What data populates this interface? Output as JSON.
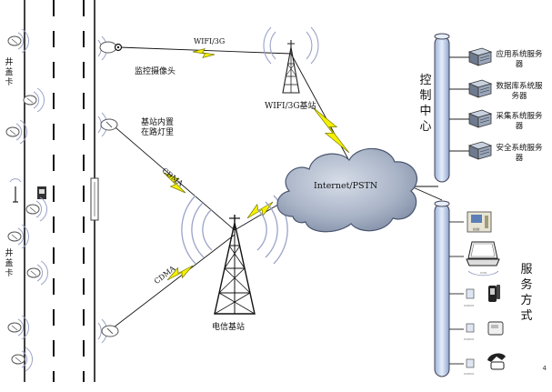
{
  "road": {
    "manhole_left_top": "井盖卡",
    "manhole_left_bottom": "井盖卡"
  },
  "camera": {
    "label": "监控摄像头"
  },
  "wifi_link": {
    "label": "WIFI/3G"
  },
  "wifi_base_station": {
    "label": "WIFI/3G基站"
  },
  "streetlight_station": {
    "label_line1": "基站内置",
    "label_line2": "在路灯里"
  },
  "cdma_upper": {
    "label": "CDMA"
  },
  "cdma_lower": {
    "label": "CDMA"
  },
  "telecom_station": {
    "label": "电信基站"
  },
  "cloud": {
    "label": "Internet/PSTN"
  },
  "control_center": {
    "label": "控制中心"
  },
  "servers": [
    {
      "label": "应用系统服务器",
      "icon": "server-icon"
    },
    {
      "label": "数据库系统服务器",
      "icon": "server-icon"
    },
    {
      "label": "采集系统服务器",
      "icon": "server-icon"
    },
    {
      "label": "安全系统服务器",
      "icon": "server-icon"
    }
  ],
  "service_bus": {
    "label": "服务方式"
  },
  "service_devices": [
    {
      "icon": "kiosk-icon"
    },
    {
      "icon": "laptop-icon"
    },
    {
      "icon": "phone-icon"
    },
    {
      "icon": "fax-icon"
    },
    {
      "icon": "telephone-icon"
    }
  ],
  "page_number": "4",
  "colors": {
    "lightning": "#f4f000",
    "lightning_edge": "#7a7a00",
    "cloud_fill": "#9aa7bd",
    "bus_fill": "#c9d7ef",
    "radio_wave": "#9aa3c8"
  }
}
